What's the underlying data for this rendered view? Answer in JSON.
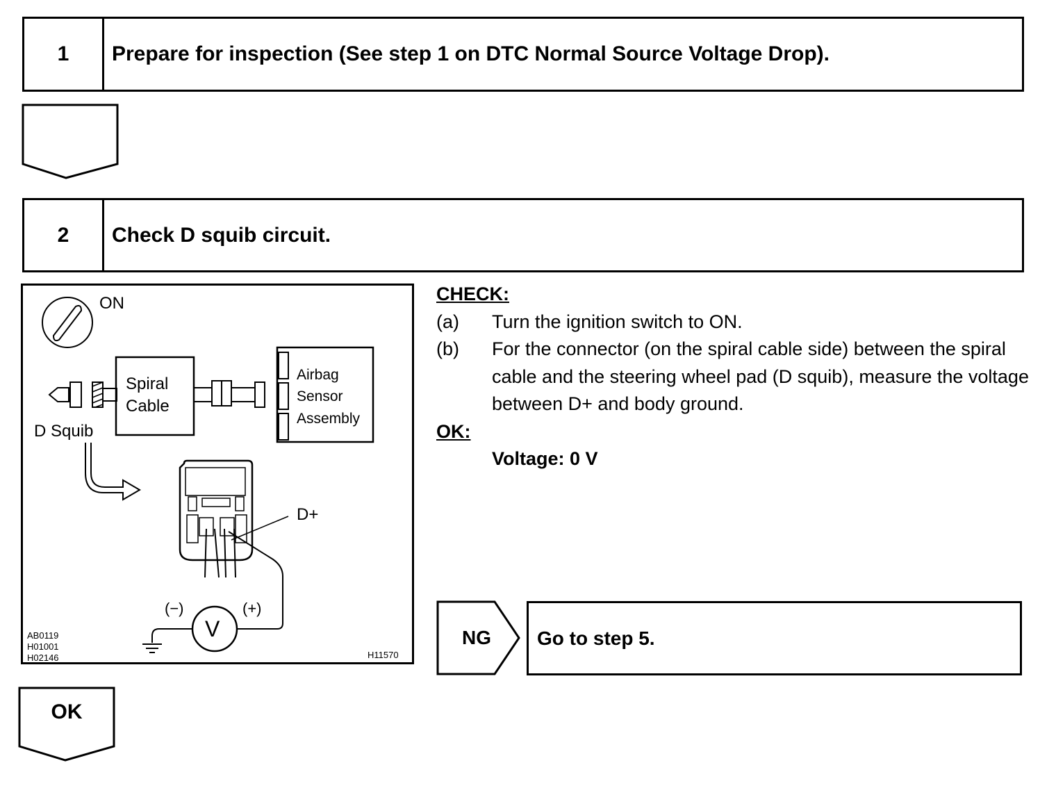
{
  "step1": {
    "number": "1",
    "title": "Prepare for inspection (See step 1 on DTC Normal Source Voltage Drop)."
  },
  "step2": {
    "number": "2",
    "title": "Check D squib circuit."
  },
  "figure": {
    "on_label": "ON",
    "spiral_cable_line1": "Spiral",
    "spiral_cable_line2": "Cable",
    "airbag_line1": "Airbag",
    "airbag_line2": "Sensor",
    "airbag_line3": "Assembly",
    "d_squib_label": "D Squib",
    "d_plus_label": "D+",
    "minus_label": "(−)",
    "plus_label": "(+)",
    "meter_label": "V",
    "ref_codes": [
      "AB0119",
      "H01001",
      "H02146"
    ],
    "figure_code": "H11570"
  },
  "check": {
    "heading": "CHECK:",
    "items": [
      {
        "label": "(a)",
        "text": "Turn the ignition switch to ON."
      },
      {
        "label": "(b)",
        "text": "For the connector (on the spiral cable side) between the spiral cable and the steering wheel pad (D squib), measure the voltage between D+ and body ground."
      }
    ],
    "ok_heading": "OK:",
    "ok_value": "Voltage: 0 V"
  },
  "ng_branch": {
    "label": "NG",
    "action": "Go to step 5."
  },
  "ok_branch": {
    "label": "OK"
  }
}
